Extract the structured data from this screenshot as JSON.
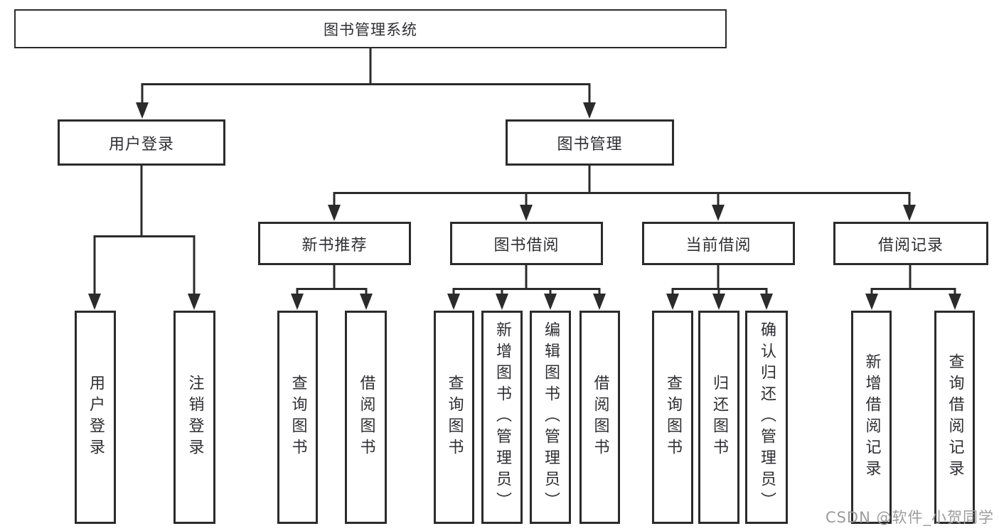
{
  "diagram": {
    "root": {
      "label": "图书管理系统"
    },
    "branches": [
      {
        "label": "用户登录",
        "children": [
          {
            "label": "用户登录"
          },
          {
            "label": "注销登录"
          }
        ]
      },
      {
        "label": "图书管理",
        "children": [
          {
            "label": "新书推荐",
            "children": [
              {
                "label": "查询图书"
              },
              {
                "label": "借阅图书"
              }
            ]
          },
          {
            "label": "图书借阅",
            "children": [
              {
                "label": "查询图书"
              },
              {
                "label": "新增图书（管理员）"
              },
              {
                "label": "编辑图书（管理员）"
              },
              {
                "label": "借阅图书"
              }
            ]
          },
          {
            "label": "当前借阅",
            "children": [
              {
                "label": "查询图书"
              },
              {
                "label": "归还图书"
              },
              {
                "label": "确认归还（管理员）"
              }
            ]
          },
          {
            "label": "借阅记录",
            "children": [
              {
                "label": "新增借阅记录"
              },
              {
                "label": "查询借阅记录"
              }
            ]
          }
        ]
      }
    ],
    "watermark": "CSDN @软件_小贺同学",
    "colors": {
      "line": "#2b2b2b",
      "text": "#2f2f33",
      "watermark": "#9c9c9c",
      "background": "#ffffff"
    }
  }
}
